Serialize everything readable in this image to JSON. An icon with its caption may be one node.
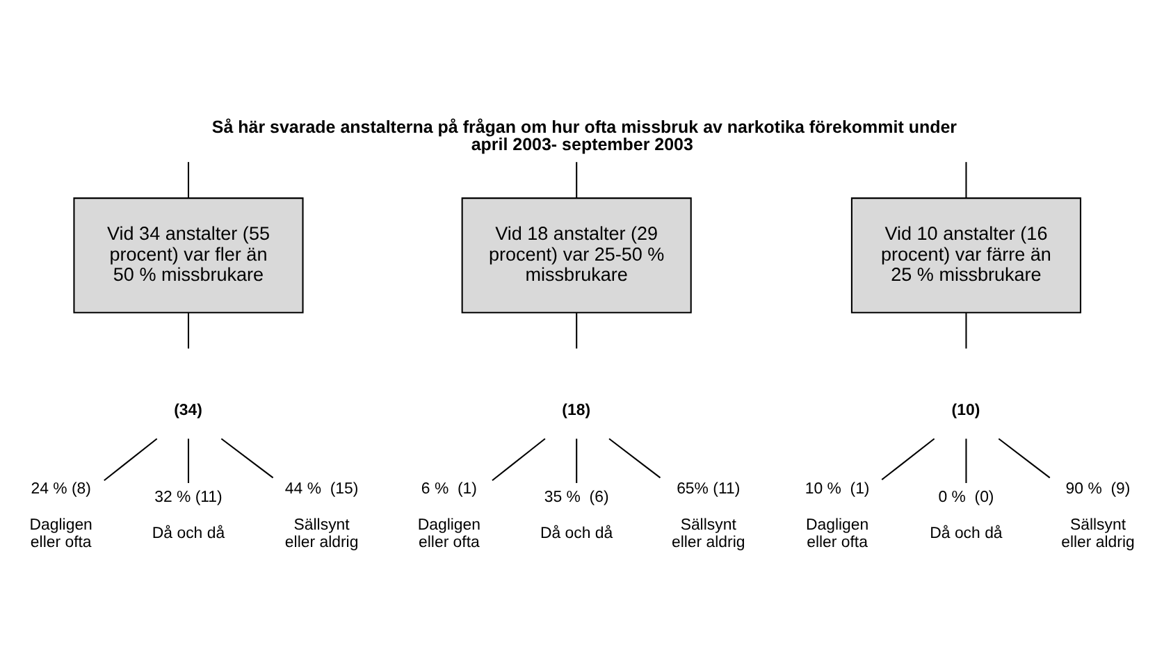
{
  "diagram": {
    "title": "Så här svarade anstalterna på frågan om hur ofta missbruk av narkotika förekommit under april 2003- september 2003",
    "nodes": [
      {
        "text": [
          "Vid 34 anstalter (55 procent) var fler än 50 % missbrukare"
        ]
      },
      {
        "text": [
          "Vid 18 anstalter (29 procent) var 25-50 % missbrukare"
        ]
      },
      {
        "text": [
          "Vid 10 anstalter (16 procent) var färre än 25 % missbrukare"
        ]
      },
      {
        "text": [
          "(34)"
        ]
      },
      {
        "text": [
          "24 % (8)",
          "Dagligen eller ofta"
        ]
      },
      {
        "text": [
          "32 % (11)",
          "Då och då"
        ]
      },
      {
        "text": [
          "44 %  (15)",
          "Sällsynt eller aldrig"
        ]
      },
      {
        "text": [
          "(18)"
        ]
      },
      {
        "text": [
          "6 %  (1)",
          "Dagligen eller ofta"
        ]
      },
      {
        "text": [
          "35 %  (6)",
          "Då och då"
        ]
      },
      {
        "text": [
          "65% (11)",
          "Sällsynt eller aldrig"
        ]
      },
      {
        "text": [
          "(10)"
        ]
      },
      {
        "text": [
          "10 %  (1)",
          "Dagligen eller ofta"
        ]
      },
      {
        "text": [
          "0 %  (0)",
          "Då och då"
        ]
      },
      {
        "text": [
          "90 %  (9)",
          "Sällsynt eller aldrig"
        ]
      }
    ],
    "edges": [
      {
        "from": null,
        "to": 0,
        "arrow": "none"
      },
      {
        "from": null,
        "to": 1,
        "arrow": "none"
      },
      {
        "from": null,
        "to": 2,
        "arrow": "none"
      },
      {
        "from": 0,
        "to": null,
        "arrow": "none"
      },
      {
        "from": 1,
        "to": null,
        "arrow": "none"
      },
      {
        "from": 2,
        "to": null,
        "arrow": "none"
      },
      {
        "from": 3,
        "to": 4,
        "arrow": "none"
      },
      {
        "from": 3,
        "to": 5,
        "arrow": "none"
      },
      {
        "from": 3,
        "to": 6,
        "arrow": "none"
      },
      {
        "from": 7,
        "to": 8,
        "arrow": "none"
      },
      {
        "from": 7,
        "to": 9,
        "arrow": "none"
      },
      {
        "from": 7,
        "to": 10,
        "arrow": "none"
      },
      {
        "from": 11,
        "to": 12,
        "arrow": "none"
      },
      {
        "from": 11,
        "to": 13,
        "arrow": "none"
      },
      {
        "from": 11,
        "to": 14,
        "arrow": "none"
      }
    ]
  }
}
